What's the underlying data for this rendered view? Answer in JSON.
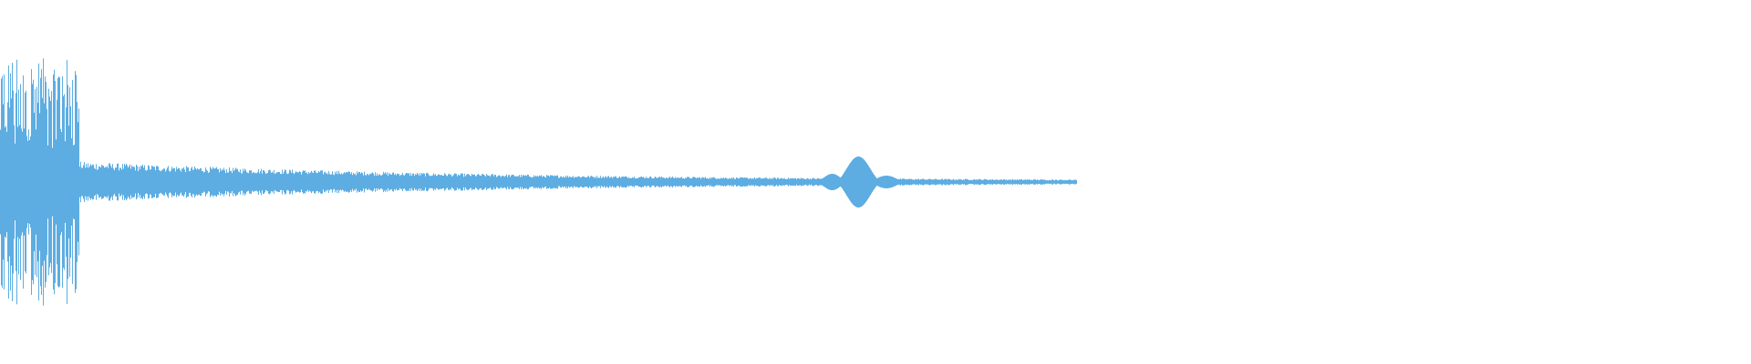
{
  "waveform": {
    "color": "#5DADE2",
    "background": "#FFFFFF",
    "channels": 1,
    "segments": [
      {
        "kind": "decay",
        "start": 0.0,
        "end": 0.615,
        "peak": 0.68,
        "decay": 4.2
      },
      {
        "kind": "burst",
        "center": 0.49,
        "width": 0.014,
        "peak": 0.14
      },
      {
        "kind": "burst",
        "center": 0.475,
        "width": 0.01,
        "peak": 0.045
      },
      {
        "kind": "burst",
        "center": 0.506,
        "width": 0.012,
        "peak": 0.035
      },
      {
        "kind": "burst",
        "center": 0.558,
        "width": 0.012,
        "peak": 0.012
      },
      {
        "kind": "burst",
        "center": 0.583,
        "width": 0.012,
        "peak": 0.01
      },
      {
        "kind": "tail",
        "start": 0.598,
        "end": 0.615,
        "peak": 0.006
      }
    ]
  }
}
